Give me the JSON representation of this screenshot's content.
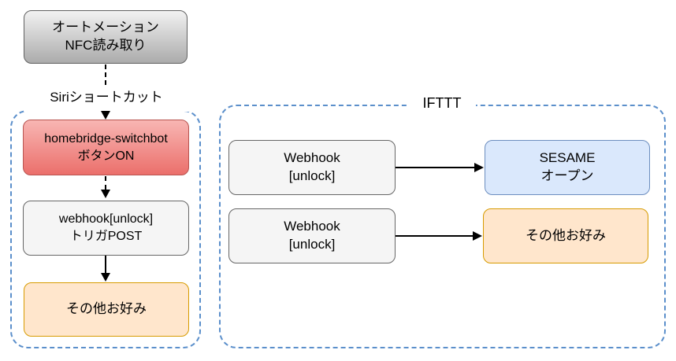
{
  "diagram": {
    "background": "#ffffff",
    "groups": {
      "siri": {
        "label": "Siriショートカット"
      },
      "ifttt": {
        "label": "IFTTT"
      }
    },
    "nodes": {
      "automation": {
        "line1": "オートメーション",
        "line2": "NFC読み取り"
      },
      "homebridge": {
        "line1": "homebridge-switchbot",
        "line2": "ボタンON"
      },
      "webhook_trigger": {
        "line1": "webhook[unlock]",
        "line2": "トリガPOST"
      },
      "other_left": {
        "line1": "その他お好み"
      },
      "webhook_1": {
        "line1": "Webhook",
        "line2": "[unlock]"
      },
      "webhook_2": {
        "line1": "Webhook",
        "line2": "[unlock]"
      },
      "sesame": {
        "line1": "SESAME",
        "line2": "オープン"
      },
      "other_right": {
        "line1": "その他お好み"
      }
    },
    "connectors": [
      {
        "from": "automation",
        "to": "homebridge",
        "style": "dashed-arrow"
      },
      {
        "from": "homebridge",
        "to": "webhook_trigger",
        "style": "dashed-arrow"
      },
      {
        "from": "webhook_trigger",
        "to": "other_left",
        "style": "solid-arrow"
      },
      {
        "from": "webhook_1",
        "to": "sesame",
        "style": "solid-arrow"
      },
      {
        "from": "webhook_2",
        "to": "other_right",
        "style": "solid-arrow"
      }
    ]
  },
  "colors": {
    "canvas_bg": "#ffffff",
    "dash_blue": "#5b8fcb",
    "gray_grad_top": "#f2f2f2",
    "gray_grad_bottom": "#ababab",
    "gray_stroke": "#616161",
    "red_grad_top": "#f8b6b3",
    "red_grad_bottom": "#eb6f6b",
    "red_stroke": "#b85450",
    "lightgray_fill": "#f5f5f5",
    "lightgray_stroke": "#666666",
    "orange_fill": "#ffe6cc",
    "orange_stroke": "#d79b00",
    "blue_fill": "#dae8fc",
    "blue_stroke": "#6c8ebf",
    "connector_black": "#000000"
  }
}
